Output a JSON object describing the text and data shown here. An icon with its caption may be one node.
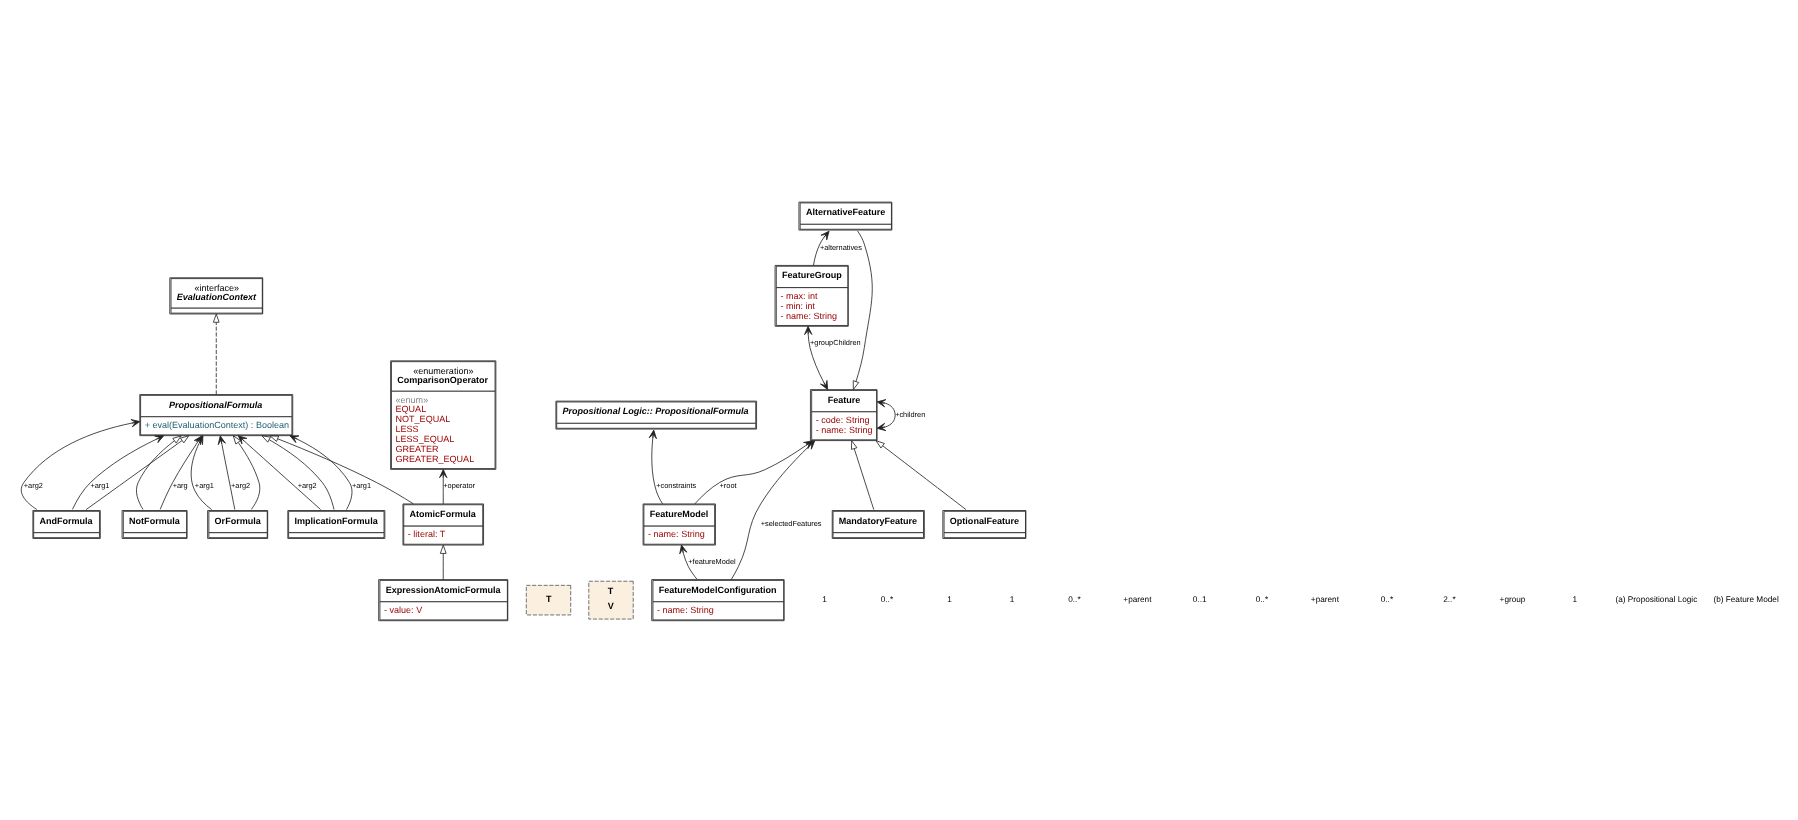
{
  "diagram": {
    "nodes": [
      {
        "text": [
          "NotFormula"
        ]
      },
      {
        "text": [
          "«interface»",
          "EvaluationContext"
        ]
      },
      {
        "text": [
          "AndFormula"
        ]
      },
      {
        "text": [
          "OrFormula"
        ]
      },
      {
        "text": [
          "PropositionalFormula",
          "+ eval(EvaluationContext) : Boolean"
        ]
      },
      {
        "text": [
          "«enumeration»",
          "ComparisonOperator",
          "«enum»",
          "EQUAL",
          "NOT_EQUAL",
          "LESS",
          "LESS_EQUAL",
          "GREATER",
          "GREATER_EQUAL"
        ]
      },
      {
        "text": [
          "AtomicFormula",
          "- literal: T"
        ]
      },
      {
        "text": [
          "T"
        ]
      },
      {
        "text": [
          "ImplicationFormula"
        ]
      },
      {
        "text": [
          "ExpressionAtomicFormula",
          "- value: V"
        ]
      },
      {
        "text": [
          "T",
          "V"
        ]
      },
      {
        "text": [
          "Propositional Logic:: PropositionalFormula"
        ]
      },
      {
        "text": [
          "FeatureModel",
          "- name: String"
        ]
      },
      {
        "text": [
          "Feature",
          "- code: String",
          "- name: String"
        ]
      },
      {
        "text": [
          "FeatureModelConfiguration",
          "- name: String"
        ]
      },
      {
        "text": [
          "FeatureGroup",
          "- max: int",
          "- min: int",
          "- name: String"
        ]
      },
      {
        "text": [
          "MandatoryFeature"
        ]
      },
      {
        "text": [
          "AlternativeFeature"
        ]
      },
      {
        "text": [
          "OptionalFeature"
        ]
      }
    ],
    "edges": [
      {
        "from": 0,
        "to": 4,
        "arrow": "to"
      },
      {
        "from": 0,
        "to": 4,
        "arrow": "to",
        "label": "+arg"
      },
      {
        "from": 4,
        "to": 1,
        "arrow": "to",
        "style": "dashed"
      },
      {
        "from": 2,
        "to": 4,
        "arrow": "to"
      },
      {
        "from": 2,
        "to": 4,
        "arrow": "to",
        "label": "+arg2"
      },
      {
        "from": 2,
        "to": 4,
        "arrow": "to",
        "label": "+arg1"
      },
      {
        "from": 3,
        "to": 4,
        "arrow": "to"
      },
      {
        "from": 3,
        "to": 4,
        "arrow": "to",
        "label": "+arg1"
      },
      {
        "from": 3,
        "to": 4,
        "arrow": "to",
        "label": "+arg2"
      },
      {
        "from": 8,
        "to": 4,
        "arrow": "to",
        "label": "+arg1"
      },
      {
        "from": 8,
        "to": 4,
        "arrow": "to",
        "label": "+arg2"
      },
      {
        "from": 8,
        "to": 4,
        "arrow": "to"
      },
      {
        "from": 6,
        "to": 4,
        "arrow": "to"
      },
      {
        "from": 6,
        "to": 5,
        "arrow": "to",
        "label": "+operator"
      },
      {
        "from": 9,
        "to": 6,
        "arrow": "to"
      },
      {
        "from": 12,
        "to": 11,
        "arrow": "to",
        "label": "+constraints"
      },
      {
        "from": 12,
        "to": 13,
        "arrow": "to",
        "label": "+root"
      },
      {
        "from": 14,
        "to": 12,
        "arrow": "to",
        "label": "+featureModel"
      },
      {
        "from": 13,
        "to": 13,
        "arrow": "both",
        "label": "+children"
      },
      {
        "from": 14,
        "to": 13,
        "arrow": "to",
        "label": "+selectedFeatures"
      },
      {
        "from": 13,
        "to": 15,
        "arrow": "both",
        "label": "+groupChildren"
      },
      {
        "from": 16,
        "to": 13,
        "arrow": "to"
      },
      {
        "from": 18,
        "to": 13,
        "arrow": "to"
      },
      {
        "from": 17,
        "to": 13,
        "arrow": "to"
      },
      {
        "from": 15,
        "to": 17,
        "arrow": "to",
        "label": "+alternatives"
      }
    ],
    "labels": [
      "1",
      "0..*",
      "1",
      "1",
      "0..*",
      "+parent",
      "0..1",
      "0..*",
      "+parent",
      "0..*",
      "2..*",
      "+group",
      "1",
      "(a) Propositional Logic",
      "(b) Feature Model"
    ]
  }
}
